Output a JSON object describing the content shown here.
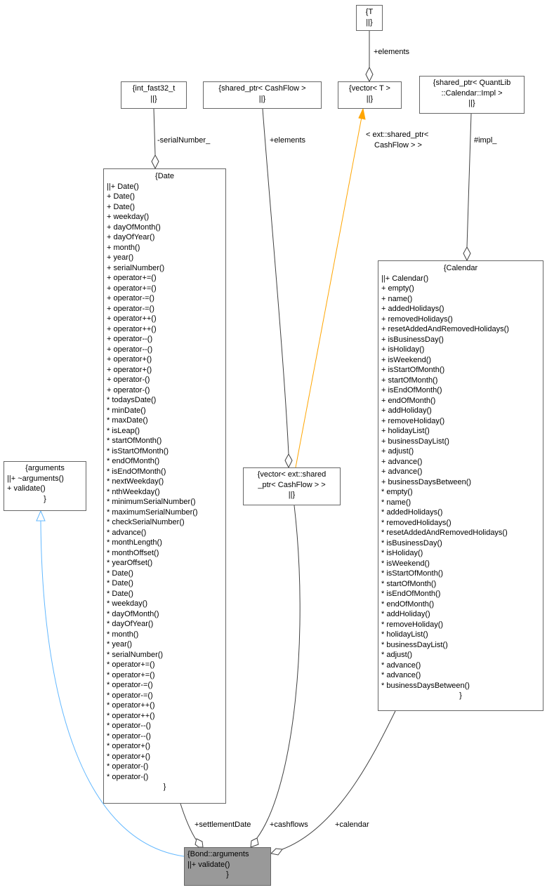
{
  "diagram": {
    "type": "class-collaboration",
    "nodes": {
      "T": {
        "title": "{T",
        "sep": "||}"
      },
      "vector_T": {
        "title": "{vector< T >",
        "sep": "||}"
      },
      "int_fast32_t": {
        "title": "{int_fast32_t",
        "sep": "||}"
      },
      "shared_ptr_cashflow": {
        "title": "{shared_ptr< CashFlow >",
        "sep": "||}"
      },
      "shared_ptr_calendar_impl": {
        "title_line1": "{shared_ptr< QuantLib",
        "title_line2": "::Calendar::Impl >",
        "sep": "||}"
      },
      "vector_shared_ptr_cashflow": {
        "title_line1": "{vector< ext::shared",
        "title_line2": "_ptr< CashFlow > >",
        "sep": "||}"
      },
      "arguments": {
        "title": "{arguments",
        "members": [
          "||+ ~arguments()",
          "+ validate()"
        ],
        "close": "}"
      },
      "bond_arguments": {
        "title": "{Bond::arguments",
        "members": [
          "||+ validate()"
        ],
        "close": "}"
      },
      "date": {
        "title": "{Date",
        "members": [
          "||+ Date()",
          "+ Date()",
          "+ Date()",
          "+ weekday()",
          "+ dayOfMonth()",
          "+ dayOfYear()",
          "+ month()",
          "+ year()",
          "+ serialNumber()",
          "+ operator+=()",
          "+ operator+=()",
          "+ operator-=()",
          "+ operator-=()",
          "+ operator++()",
          "+ operator++()",
          "+ operator--()",
          "+ operator--()",
          "+ operator+()",
          "+ operator+()",
          "+ operator-()",
          "+ operator-()",
          "* todaysDate()",
          "* minDate()",
          "* maxDate()",
          "* isLeap()",
          "* startOfMonth()",
          "* isStartOfMonth()",
          "* endOfMonth()",
          "* isEndOfMonth()",
          "* nextWeekday()",
          "* nthWeekday()",
          "* minimumSerialNumber()",
          "* maximumSerialNumber()",
          "* checkSerialNumber()",
          "* advance()",
          "* monthLength()",
          "* monthOffset()",
          "* yearOffset()",
          "* Date()",
          "* Date()",
          "* Date()",
          "* weekday()",
          "* dayOfMonth()",
          "* dayOfYear()",
          "* month()",
          "* year()",
          "* serialNumber()",
          "* operator+=()",
          "* operator+=()",
          "* operator-=()",
          "* operator-=()",
          "* operator++()",
          "* operator++()",
          "* operator--()",
          "* operator--()",
          "* operator+()",
          "* operator+()",
          "* operator-()",
          "* operator-()"
        ],
        "close": "}"
      },
      "calendar": {
        "title": "{Calendar",
        "members": [
          "||+ Calendar()",
          "+ empty()",
          "+ name()",
          "+ addedHolidays()",
          "+ removedHolidays()",
          "+ resetAddedAndRemovedHolidays()",
          "+ isBusinessDay()",
          "+ isHoliday()",
          "+ isWeekend()",
          "+ isStartOfMonth()",
          "+ startOfMonth()",
          "+ isEndOfMonth()",
          "+ endOfMonth()",
          "+ addHoliday()",
          "+ removeHoliday()",
          "+ holidayList()",
          "+ businessDayList()",
          "+ adjust()",
          "+ advance()",
          "+ advance()",
          "+ businessDaysBetween()",
          "* empty()",
          "* name()",
          "* addedHolidays()",
          "* removedHolidays()",
          "* resetAddedAndRemovedHolidays()",
          "* isBusinessDay()",
          "* isHoliday()",
          "* isWeekend()",
          "* isStartOfMonth()",
          "* startOfMonth()",
          "* isEndOfMonth()",
          "* endOfMonth()",
          "* addHoliday()",
          "* removeHoliday()",
          "* holidayList()",
          "* businessDayList()",
          "* adjust()",
          "* advance()",
          "* advance()",
          "* businessDaysBetween()"
        ],
        "close": "}"
      }
    },
    "edge_labels": {
      "t_elements": "+elements",
      "serial_number": "-serialNumber_",
      "cashflow_elements": "+elements",
      "template_arg_line1": "< ext::shared_ptr<",
      "template_arg_line2": "CashFlow > >",
      "impl": "#impl_",
      "settlement_date": "+settlementDate",
      "cashflows": "+cashflows",
      "calendar": "+calendar"
    },
    "colors": {
      "focus_fill": "#999999",
      "border": "#666666",
      "edge": "#404040",
      "inheritance_edge": "#63b8ff",
      "template_edge": "#ffa500"
    }
  }
}
